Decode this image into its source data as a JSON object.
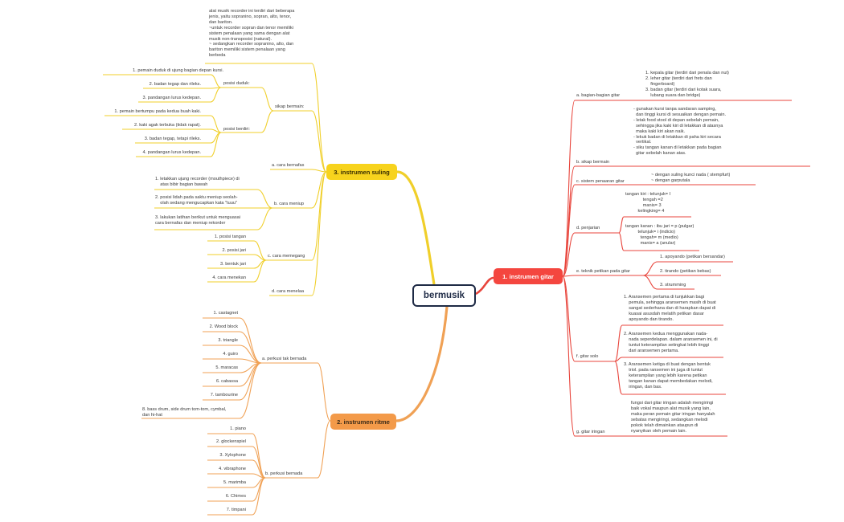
{
  "colors": {
    "red": "#e8453c",
    "orange": "#f0a155",
    "yellow": "#f0cf2a",
    "root_border": "#1e2a45"
  },
  "root": "bermusik",
  "gitar": {
    "title": "1. instrumen gitar",
    "a_label": "a. bagian-bagian gitar",
    "a_text": "1. kepala gitar (terdiri dari penala dan nut)\n2. leher gitar (terdiri dari frets dan\n    fingerboard)\n3. badan gitar (terdiri dari kotak suara,\n    lubang suara dan bridge)",
    "b_label": "b. sikap bermain",
    "b_text": "- gunakan kursi tanpa sandaran samping,\n  dan tinggi kursi di sesuaikan dengan pemain.\n- letak food stool di depan sebelah pemain,\n  sehingga jika kaki kiri di letakkan di atasnya\n  maka kaki kiri akan naik.\n- lekuk badan di letakkan di paha kiri secara\n  vertikal.\n- siku tangan kanan di letakkan pada bagian\n  gitar sebelah kanan atas.",
    "c_label": "c. sistem penaaran gitar",
    "c_text": "~ dengan suling kunci nada ( stempfurt)\n~ dengan garputala",
    "d_label": "d. penjarian",
    "d_text1": "tangan kiri : telunjuk= I\n              tengah =2\n              manis= 3\n          kelingking= 4",
    "d_text2": "tangan kanan : ibu jari = p (pulgar)\n          telunjuk= i (indicio)\n            tengah= m (medio)\n            manis= a (anular)",
    "e_label": "e. teknik petikan pada gitar",
    "e_items": [
      "1. apoyando (petikan bersandar)",
      "2. tirando (petikan bebas)",
      "3. strumming"
    ],
    "f_label": "f. gitar solo",
    "f_items": [
      "1. Aransemen pertama di tunjukkan bagi\n    pemula, sehingga aransemen masih di buat\n    sangat sederhana dan di harapkan dapat di\n    kuasai asusdah melatih petikan dasar\n    apoyando dan tirando.",
      "2. Aransemen kedua menggunakan nada-\n    nada seperdelapan. dalam aransemen ini, di\n    tuntut keterampilan setingkat lebih tinggi\n    dari aransemen pertama.",
      "3. Aransemen ketiga di buat dengan bentuk\n    triol. pada ransemen ini juga di tuntut\n    keterampilan yang lebih karena petikan\n    tangan kanan dapat membedakan melodi,\n    iringan, dan bas."
    ],
    "g_label": "g. gitar iringan",
    "g_text": "fungsi dari gitar iringan adalah mengiringi\nbaik vokal maupun alat musik yang lain,\nmaka peran pemain gitar iringan hanyalah\nsebatas mengiringi, sedangkan melodi\npokok telah dimainkan ataupun di\nnyanyikan oleh pemain lain."
  },
  "ritme": {
    "title": "2. instrumen ritme",
    "a_label": "a. perkusi tak bernada",
    "a_items": [
      "1. castagnet",
      "2. Wood block",
      "3. triangle",
      "4. guiro",
      "5. maracas",
      "6. cabassa",
      "7. tambourine",
      "8. bass drum, side drum tom-tom, cymbal,\ndan hi-hat"
    ],
    "b_label": "b. perkusi bernada",
    "b_items": [
      "1. piano",
      "2. glockenspiel",
      "3. Xylophone",
      "4. vibraphone",
      "5. marimba",
      "6. Chimes",
      "7. timpani"
    ]
  },
  "suling": {
    "title": "3. instrumen suling",
    "intro": "alat musik recorder ini terdiri dari beberapa\njenis, yaitu sopranino, sopran, alto, tenor,\ndan bariton.\n~untuk recorder sopran dan tenor memiliki\nsistem penalaan yang sama dengan alat\nmusik non-transposisi (natural).\n~ sedangkan recorder sopranino, alto, dan\nbariton memiliki sistem penalaan yang\nberbeda",
    "sikap_label": "sikap bermain:",
    "duduk_label": "posisi duduk:",
    "duduk_items": [
      "1. pemain duduk di ujung bagian depan kursi.",
      "2. badan tegap dan rileks.",
      "3. pandangan lurus kedepan."
    ],
    "berdiri_label": "posisi berdiri:",
    "berdiri_items": [
      "1. pemain bertumpu pada kedua buah kaki.",
      "2. kaki agak terbuka (tidak rapat).",
      "3. badan tegap, tetapi rileks.",
      "4. pandangan lurus kedepan."
    ],
    "bernafas_label": "a. cara bernafas",
    "meniup_label": "b. cara meniup",
    "meniup_items": [
      "1. letakkan ujung recorder (mouthpiece) di\n    atas bibir bagian bawah",
      "2. posisi lidah pada saktu meniup seolah-\n    olah sedang mengucapkan kata \"tuuu\"",
      "3. lakukan latihan berikut untuk menguasai\ncara bernafas dan meniup rekorder"
    ],
    "memegang_label": "c. cara memegang",
    "memegang_items": [
      "1. posisi tangan",
      "2. posisi jari",
      "3. bentuk jari",
      "4. cara menekan"
    ],
    "menelaa_label": "d. cara menelaa"
  }
}
